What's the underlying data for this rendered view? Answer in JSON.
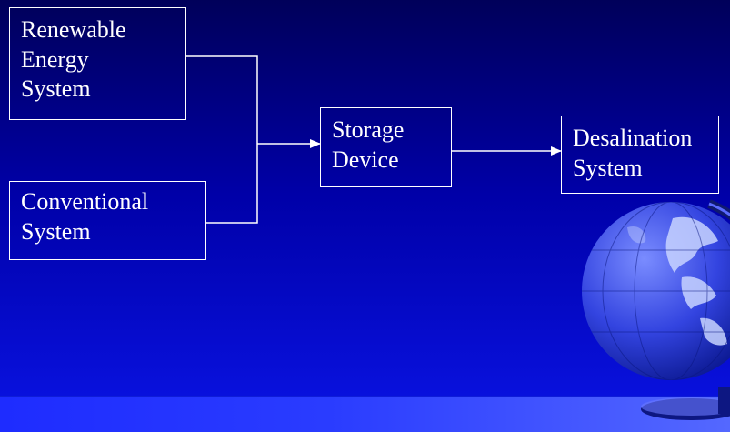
{
  "diagram": {
    "nodes": [
      {
        "id": "renewable",
        "lines": [
          "Renewable",
          "Energy",
          "System"
        ]
      },
      {
        "id": "conventional",
        "lines": [
          "Conventional",
          "System"
        ]
      },
      {
        "id": "storage",
        "lines": [
          "Storage",
          "Device"
        ]
      },
      {
        "id": "desalination",
        "lines": [
          "Desalination",
          "System"
        ]
      }
    ],
    "edges": [
      {
        "from": "renewable",
        "to": "storage"
      },
      {
        "from": "conventional",
        "to": "storage"
      },
      {
        "from": "storage",
        "to": "desalination"
      }
    ]
  },
  "colors": {
    "background_top": "#00005a",
    "background_bottom": "#0a14e6",
    "stroke": "#ffffff",
    "text": "#ffffff",
    "band": "#2a3cff"
  },
  "icons": {
    "decoration": "globe-icon"
  }
}
